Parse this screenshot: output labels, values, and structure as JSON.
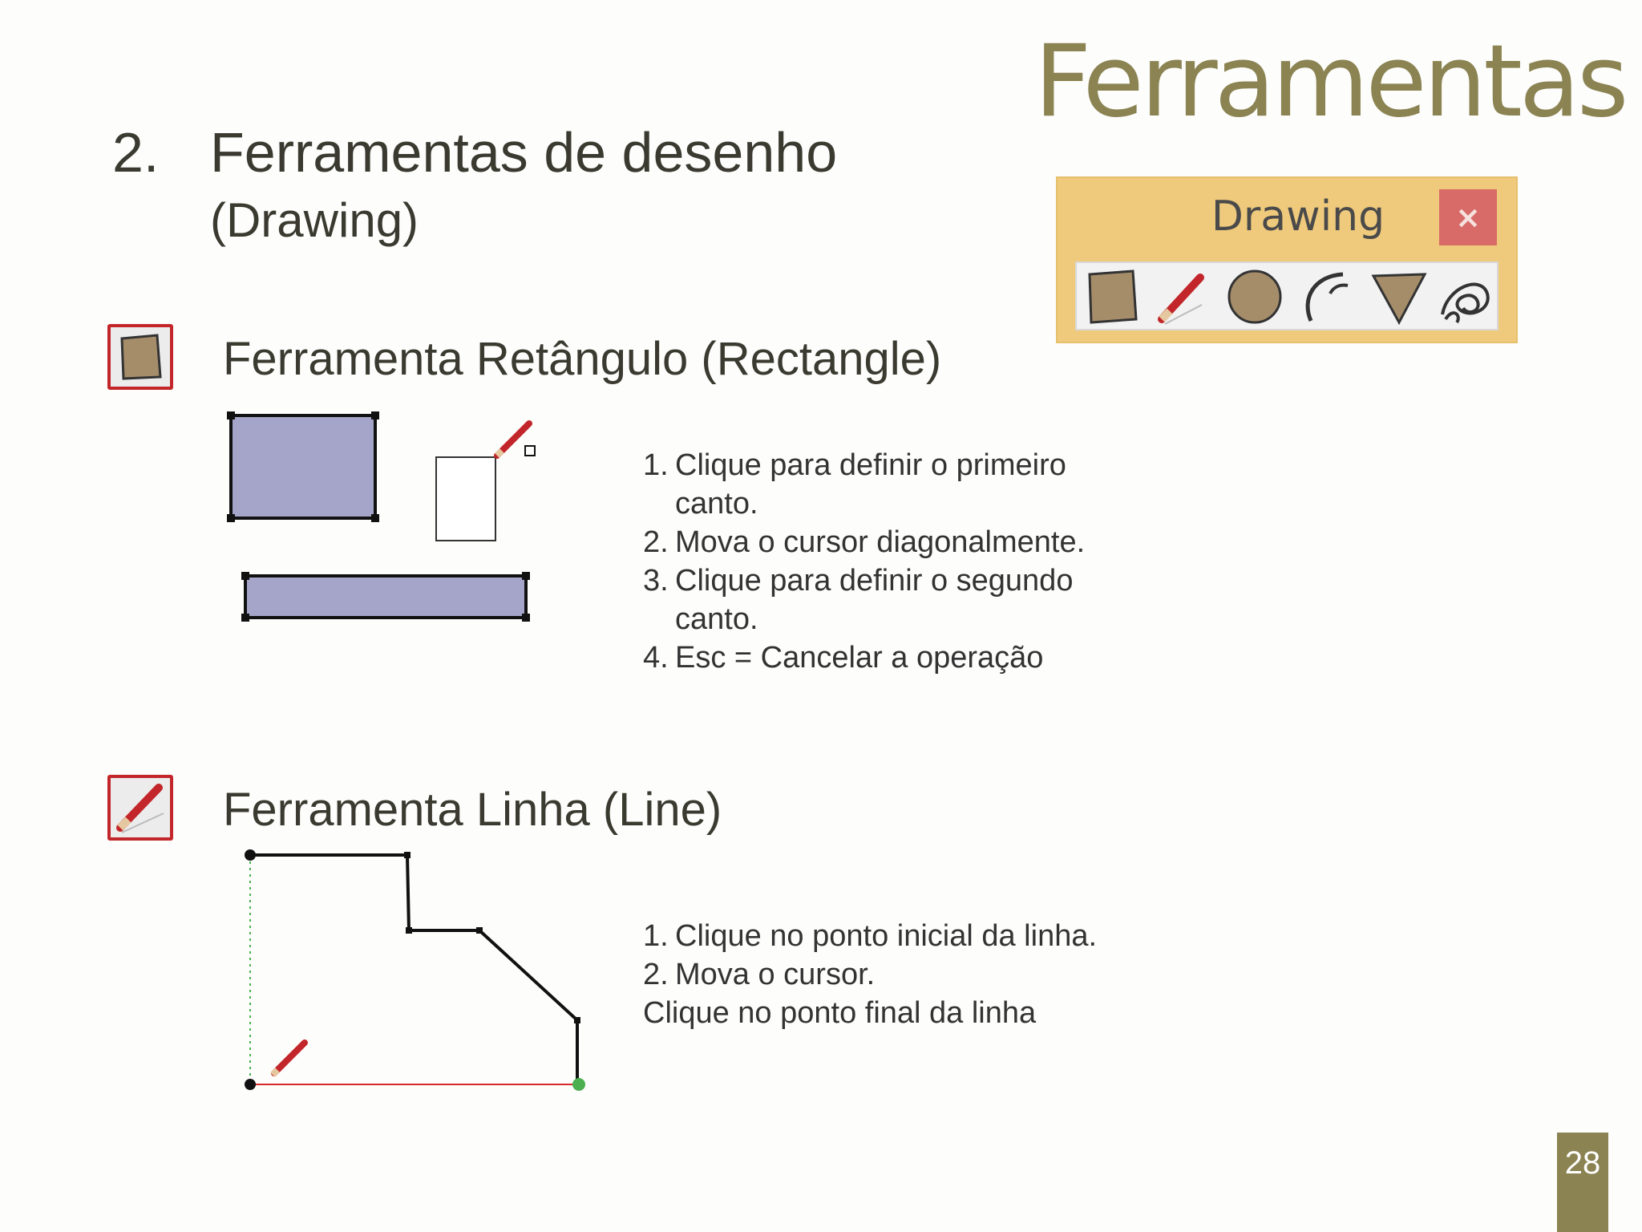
{
  "slide": {
    "title": "Ferramentas",
    "section_number": "2.",
    "section_title": "Ferramentas de desenho",
    "section_subtitle": "(Drawing)",
    "page_number": "28"
  },
  "toolbar": {
    "title": "Drawing",
    "close_glyph": "×",
    "tools": [
      "rectangle-icon",
      "pencil-icon",
      "circle-icon",
      "arc-icon",
      "polygon-icon",
      "freehand-icon"
    ]
  },
  "rectangle_tool": {
    "title": "Ferramenta Retângulo (Rectangle)",
    "icon": "rectangle-icon",
    "steps": [
      {
        "n": "1.",
        "text": "Clique para definir o primeiro canto."
      },
      {
        "n": "2.",
        "text": "Mova o cursor diagonalmente."
      },
      {
        "n": "3.",
        "text": "Clique para definir o segundo canto."
      },
      {
        "n": "4.",
        "text": "Esc = Cancelar a operação"
      }
    ]
  },
  "line_tool": {
    "title": "Ferramenta Linha (Line)",
    "icon": "pencil-icon",
    "steps": [
      {
        "n": "1.",
        "text": "Clique no ponto inicial da linha."
      },
      {
        "n": "2.",
        "text": "Mova o cursor."
      }
    ],
    "final_step": "Clique no ponto final da linha"
  },
  "colors": {
    "accent": "#8b8352",
    "icon_border": "#c3262a",
    "toolbar_bg": "#efca7c",
    "rect_fill": "#a4a5c8"
  }
}
